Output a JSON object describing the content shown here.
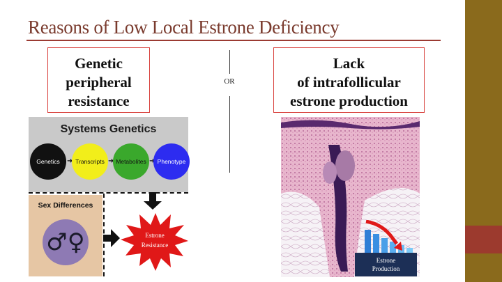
{
  "slide": {
    "title": "Reasons of Low Local Estrone Deficiency",
    "left_box_lines": [
      "Genetic",
      "peripheral",
      "resistance"
    ],
    "right_box_lines": [
      "Lack",
      "of intrafollicular",
      "estrone production"
    ],
    "or_label": "OR"
  },
  "systems_genetics": {
    "title": "Systems Genetics",
    "nodes": [
      {
        "label": "Genetics",
        "color": "#111111",
        "text_color": "#ffffff"
      },
      {
        "label": "Transcripts",
        "color": "#f2ee1a",
        "text_color": "#111111"
      },
      {
        "label": "Metabolites",
        "color": "#3aa82c",
        "text_color": "#111111"
      },
      {
        "label": "Phenotype",
        "color": "#2d2cf0",
        "text_color": "#ffffff"
      }
    ],
    "sex_title": "Sex Differences",
    "sex_symbols": "♂♀",
    "starburst_line1": "Estrone",
    "starburst_line2": "Resistance"
  },
  "skin_figure": {
    "estrone_line1": "Estrone",
    "estrone_line2": "Production"
  },
  "colors": {
    "title_text": "#7a3b2e",
    "title_rule": "#9b3a32",
    "box_border": "#d8403c",
    "band_gold": "#8a6a1c",
    "band_red": "#9c3a2e",
    "starburst": "#e01818",
    "estrone_box": "#1c2f56"
  }
}
